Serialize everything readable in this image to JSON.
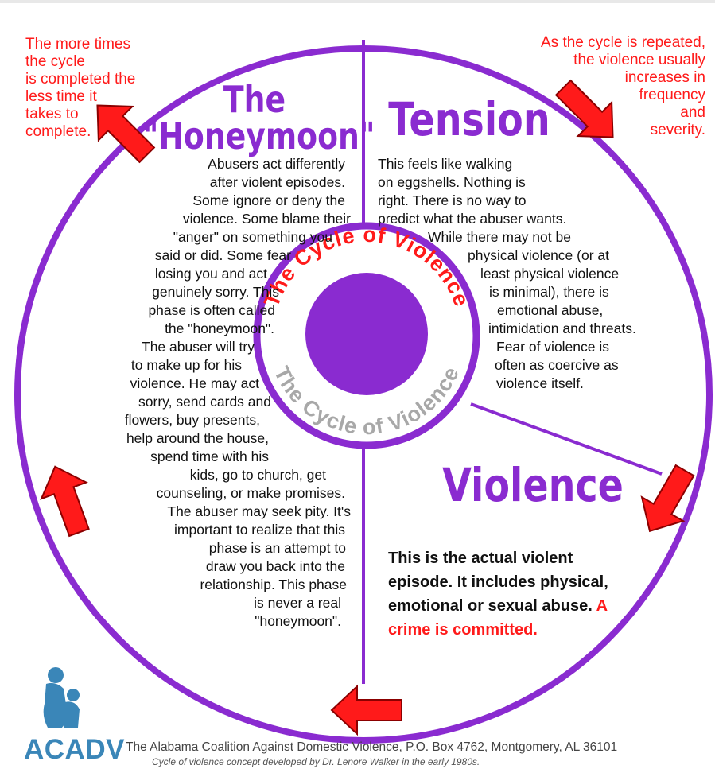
{
  "notes": {
    "top_left": [
      "The more times the cycle",
      "is completed the",
      "less time it",
      "takes to",
      "complete."
    ],
    "top_right": [
      "As the cycle is repeated,",
      "the violence usually",
      "increases in",
      "frequency",
      "and",
      "severity."
    ]
  },
  "phases": {
    "honeymoon": {
      "title_line1": "The",
      "title_line2": "\"Honeymoon\"",
      "lines": [
        "Abusers act differently",
        "after violent episodes.",
        "Some ignore or deny the",
        "violence. Some blame their",
        "\"anger\" on something you",
        "said or did. Some fear",
        "losing you and act",
        "genuinely sorry. This",
        "phase is often called",
        "the \"honeymoon\".",
        "The abuser will try",
        "to make up for his",
        "violence. He may act",
        "sorry, send cards and",
        "flowers, buy presents,",
        "help around the house,",
        "spend time with his",
        "kids, go to church, get",
        "counseling, or make promises.",
        "The abuser may seek pity.  It's",
        "important to realize that this",
        "phase is an attempt to",
        "draw you back into the",
        "relationship. This phase",
        "is never a real",
        "\"honeymoon\"."
      ]
    },
    "tension": {
      "title": "Tension",
      "lines": [
        "This feels like walking",
        "on eggshells. Nothing is",
        "right. There is no way to",
        "predict what the abuser wants.",
        "While there may not be",
        "physical violence (or at",
        "least physical violence",
        "is minimal), there is",
        "emotional abuse,",
        "intimidation and threats.",
        "Fear of violence is",
        "often as coercive as",
        "violence itself."
      ]
    },
    "violence": {
      "title": "Violence",
      "text": "This is the actual violent episode. It includes physical, emotional or sexual abuse.",
      "crime": "A crime is committed."
    }
  },
  "center": {
    "label_red": "The Cycle of Violence",
    "label_gray": "The Cycle of Violence"
  },
  "colors": {
    "purple": "#8a2bd0",
    "ring": "#8a2bd0",
    "arrow_red": "#ff1a1a",
    "note_red": "#ff1a1a",
    "logo_blue": "#3a86b8"
  },
  "footer": {
    "logo_text": "ACADV",
    "org": "The Alabama Coalition Against Domestic Violence, P.O. Box 4762,  Montgomery, AL 36101",
    "credit": "Cycle of violence concept developed by Dr. Lenore Walker in the early 1980s."
  },
  "icons": {
    "logo": "parent-child-logo-icon",
    "arrows": "red-arrow-icon"
  }
}
